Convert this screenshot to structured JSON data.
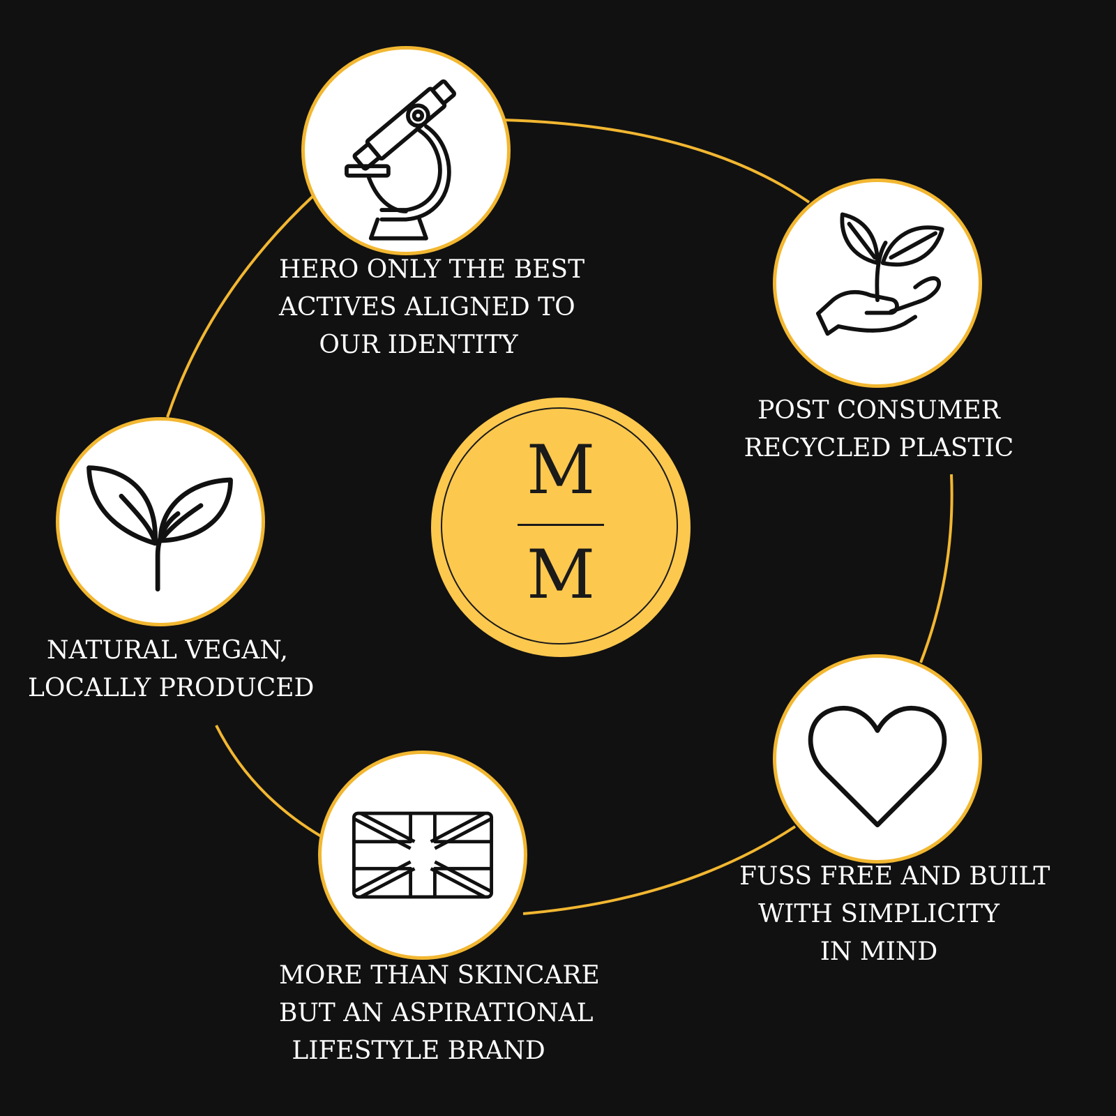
{
  "colors": {
    "background": "#111111",
    "accent_gold": "#f2b731",
    "logo_fill": "#fdc84e",
    "icon_stroke": "#111111",
    "text": "#ffffff"
  },
  "logo": {
    "top_letter": "M",
    "bottom_letter": "M"
  },
  "nodes": [
    {
      "id": "actives",
      "icon": "microscope-icon",
      "lines": [
        "HERO ONLY THE BEST",
        "ACTIVES ALIGNED TO",
        "OUR IDENTITY"
      ]
    },
    {
      "id": "recycled",
      "icon": "hand-plant-icon",
      "lines": [
        "POST CONSUMER",
        "RECYCLED PLASTIC"
      ]
    },
    {
      "id": "simplicity",
      "icon": "heart-icon",
      "lines": [
        "FUSS FREE AND BUILT",
        "WITH SIMPLICITY",
        "IN MIND"
      ]
    },
    {
      "id": "lifestyle",
      "icon": "union-jack-flag-icon",
      "lines": [
        "MORE THAN SKINCARE",
        "BUT AN ASPIRATIONAL",
        "LIFESTYLE BRAND"
      ]
    },
    {
      "id": "vegan",
      "icon": "sprout-icon",
      "lines": [
        "NATURAL VEGAN,",
        "LOCALLY PRODUCED"
      ]
    }
  ]
}
